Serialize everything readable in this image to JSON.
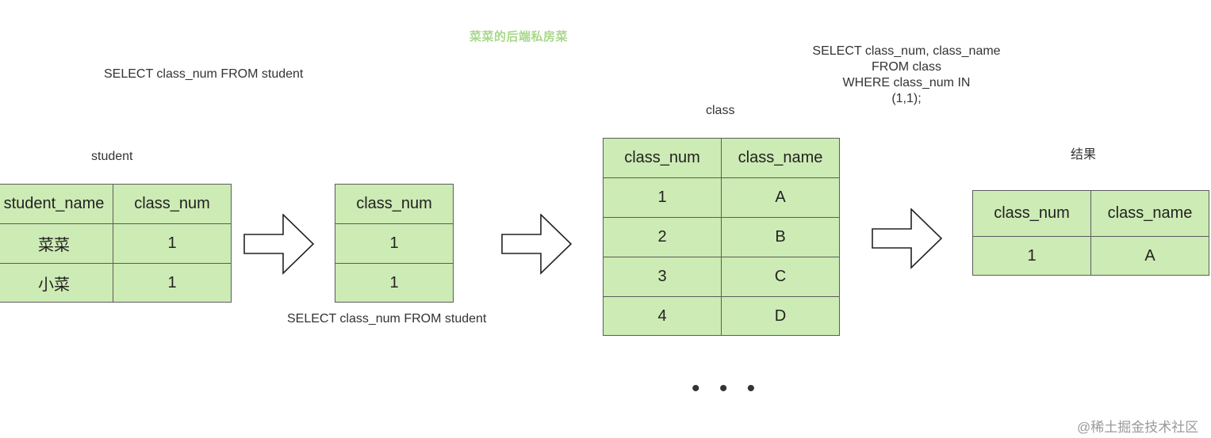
{
  "watermark_top": "菜菜的后端私房菜",
  "watermark_bottom": "@稀土掘金技术社区",
  "query_top": "SELECT class_num FROM student",
  "query_mid": "SELECT class_num FROM student",
  "query_right": [
    "SELECT class_num, class_name",
    "FROM class",
    "WHERE class_num IN",
    "(1,1);"
  ],
  "student": {
    "title": "student",
    "headers": [
      "student_name",
      "class_num"
    ],
    "rows": [
      [
        "菜菜",
        "1"
      ],
      [
        "小菜",
        "1"
      ]
    ]
  },
  "subquery": {
    "headers": [
      "class_num"
    ],
    "rows": [
      [
        "1"
      ],
      [
        "1"
      ]
    ]
  },
  "class": {
    "title": "class",
    "headers": [
      "class_num",
      "class_name"
    ],
    "rows": [
      [
        "1",
        "A"
      ],
      [
        "2",
        "B"
      ],
      [
        "3",
        "C"
      ],
      [
        "4",
        "D"
      ]
    ]
  },
  "result": {
    "title": "结果",
    "headers": [
      "class_num",
      "class_name"
    ],
    "rows": [
      [
        "1",
        "A"
      ]
    ]
  },
  "ellipsis": "• • •"
}
